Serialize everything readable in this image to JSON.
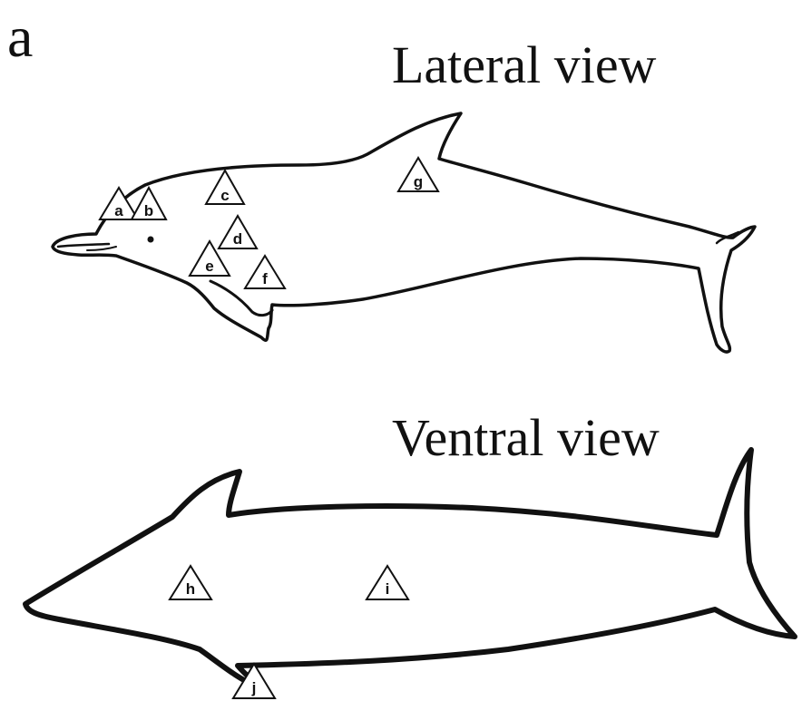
{
  "panel_label": "a",
  "lateral": {
    "title": "Lateral view",
    "markers": [
      {
        "id": "a",
        "label": "a"
      },
      {
        "id": "b",
        "label": "b"
      },
      {
        "id": "c",
        "label": "c"
      },
      {
        "id": "d",
        "label": "d"
      },
      {
        "id": "e",
        "label": "e"
      },
      {
        "id": "f",
        "label": "f"
      },
      {
        "id": "g",
        "label": "g"
      }
    ]
  },
  "ventral": {
    "title": "Ventral view",
    "markers": [
      {
        "id": "h",
        "label": "h"
      },
      {
        "id": "i",
        "label": "i"
      },
      {
        "id": "j",
        "label": "j"
      }
    ]
  }
}
